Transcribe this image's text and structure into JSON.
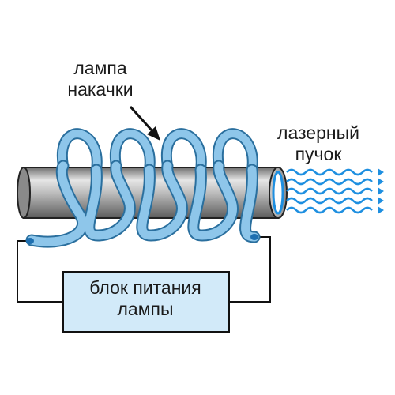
{
  "labels": {
    "pump_lamp": [
      "лампа",
      "накачки"
    ],
    "laser_beam": [
      "лазерный",
      "пучок"
    ],
    "power_supply": [
      "блок питания",
      "лампы"
    ]
  },
  "colors": {
    "coil": "#8ec6ea",
    "coil_outline": "#2a6f9e",
    "rod_light": "#e6e6e6",
    "rod_dark": "#6f6f6f",
    "beam": "#1e8fe0",
    "box_fill": "#d2eaf9",
    "wire": "#111111"
  },
  "icons": [
    "arrow-icon",
    "wave-icon"
  ]
}
